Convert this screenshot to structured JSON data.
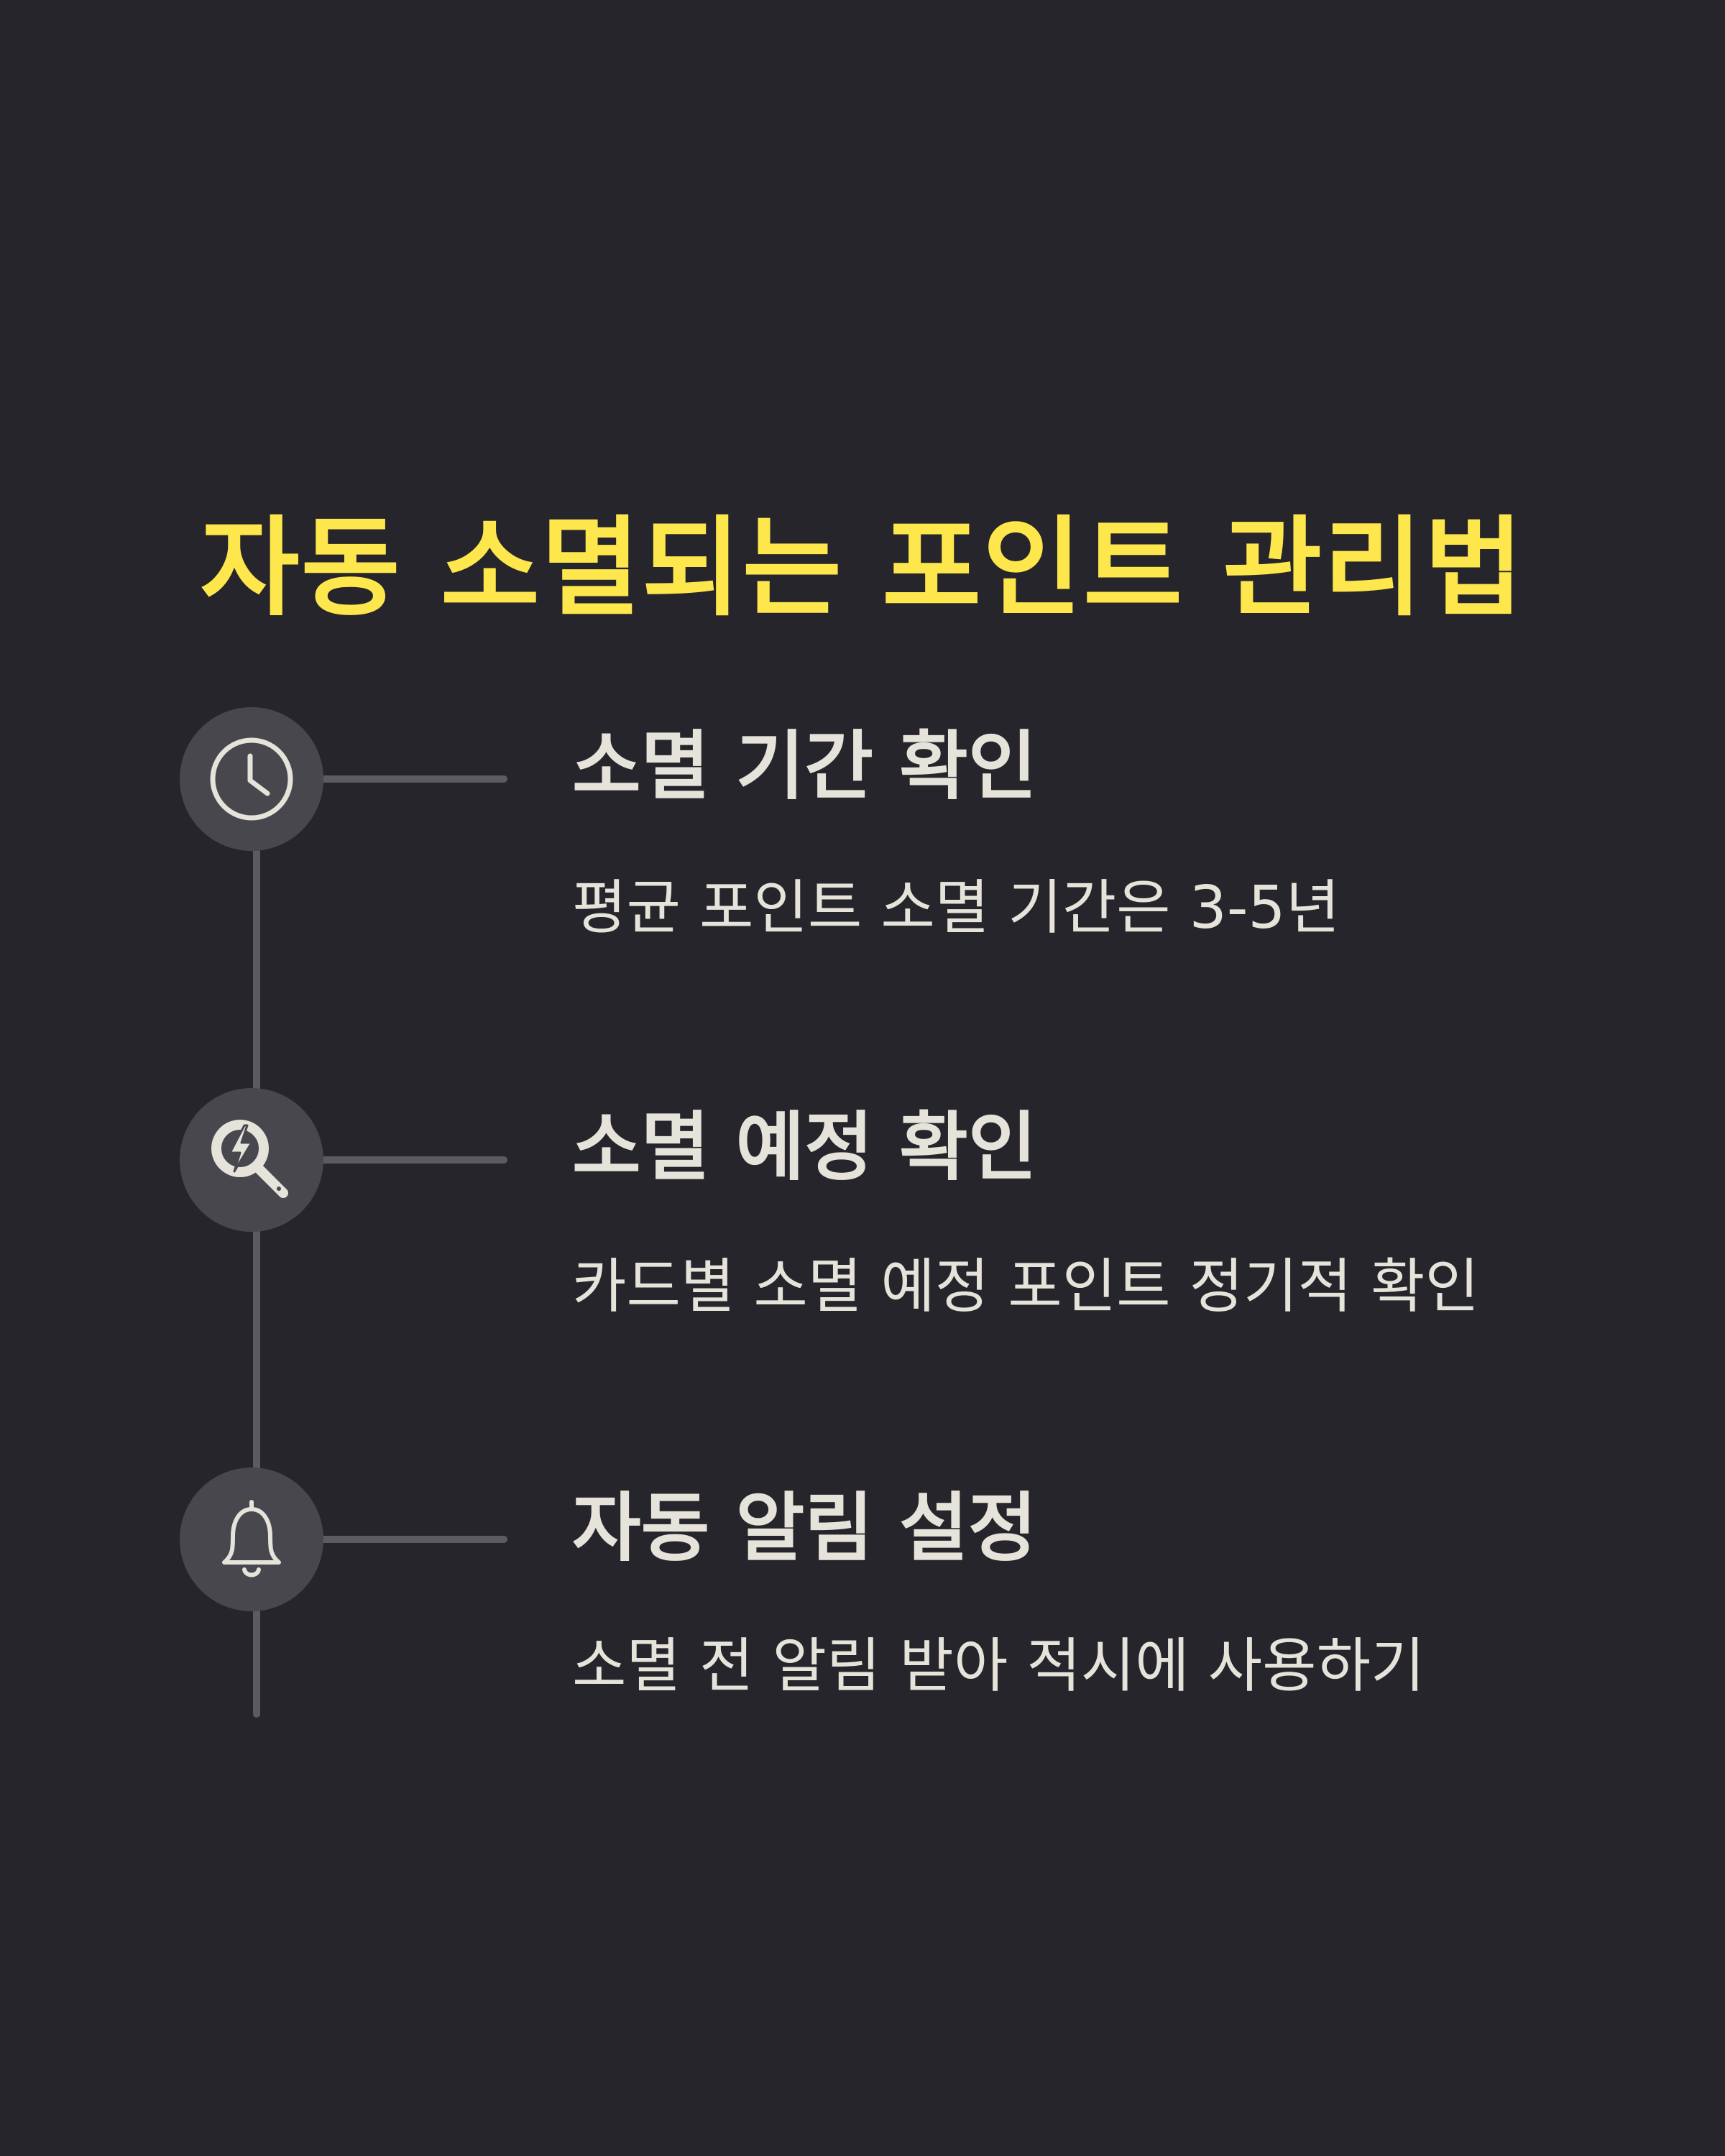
{
  "title": "자동 소멸되는 포인트 관리법",
  "colors": {
    "background": "#26252b",
    "accent": "#fde74c",
    "text": "#e6e3da",
    "line": "#5c5b61",
    "circle": "#48474d"
  },
  "steps": [
    {
      "icon": "clock-icon",
      "title": "소멸 기간 확인",
      "description": "평균 포인트 소멸 기간은 3-5년"
    },
    {
      "icon": "search-lightning-icon",
      "title": "소멸 예정 확인",
      "description": "카드별 소멸 예정 포인트 정기적 확인"
    },
    {
      "icon": "bell-icon",
      "title": "자동 알림 설정",
      "description": "소멸 전 알림 받아 적시에 사용하기"
    }
  ]
}
